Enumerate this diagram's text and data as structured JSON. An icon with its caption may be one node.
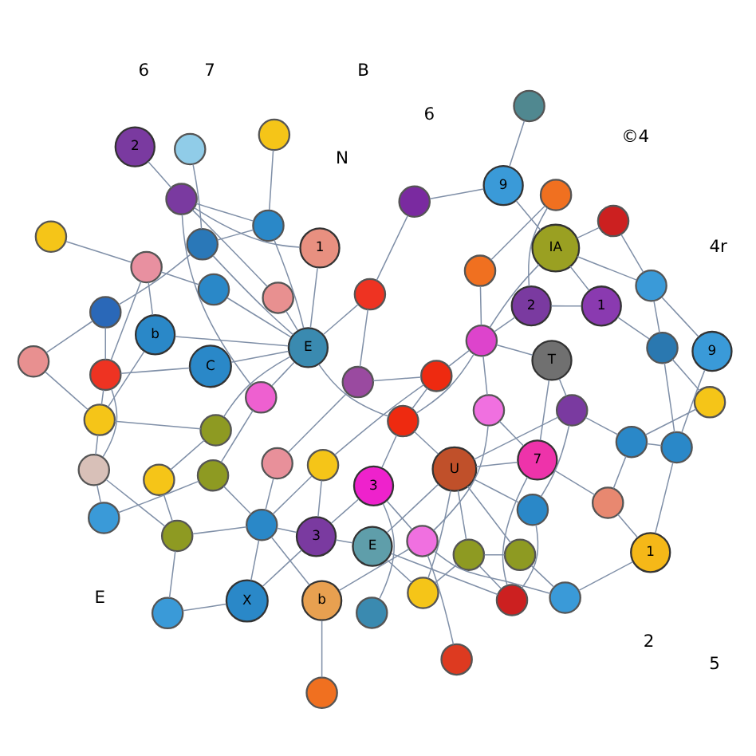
{
  "diagram": {
    "nodes": [
      {
        "text": [],
        "shape": "circle"
      },
      {
        "text": [
          "E"
        ]
      },
      {
        "text": [],
        "shape": "circle"
      },
      {
        "text": [
          "3"
        ]
      },
      {
        "text": [
          "3"
        ]
      },
      {
        "text": [],
        "shape": "circle"
      },
      {
        "text": [],
        "shape": "circle"
      },
      {
        "text": [],
        "shape": "circle"
      },
      {
        "text": [
          "U"
        ]
      },
      {
        "text": [],
        "shape": "circle"
      },
      {
        "text": [],
        "shape": "circle"
      },
      {
        "text": [
          "1"
        ]
      },
      {
        "text": [],
        "shape": "circle"
      },
      {
        "text": [],
        "shape": "circle"
      },
      {
        "text": [],
        "shape": "circle"
      },
      {
        "text": [],
        "shape": "circle"
      },
      {
        "text": [
          "b"
        ]
      },
      {
        "text": [],
        "shape": "circle"
      },
      {
        "text": [
          "X"
        ]
      },
      {
        "text": [],
        "shape": "circle"
      },
      {
        "text": [],
        "shape": "circle"
      },
      {
        "text": [],
        "shape": "circle"
      },
      {
        "text": [],
        "shape": "circle"
      },
      {
        "text": [],
        "shape": "circle"
      },
      {
        "text": [],
        "shape": "circle"
      },
      {
        "text": [],
        "shape": "circle"
      },
      {
        "text": [],
        "shape": "circle"
      },
      {
        "text": [
          "7"
        ]
      },
      {
        "text": [
          "T"
        ]
      },
      {
        "text": [],
        "shape": "circle"
      },
      {
        "text": [],
        "shape": "circle"
      },
      {
        "text": [],
        "shape": "circle"
      },
      {
        "text": [],
        "shape": "circle"
      },
      {
        "text": [],
        "shape": "circle"
      },
      {
        "text": [],
        "shape": "circle"
      },
      {
        "text": [
          "C"
        ]
      },
      {
        "text": [],
        "shape": "circle"
      },
      {
        "text": [],
        "shape": "circle"
      },
      {
        "text": [],
        "shape": "circle"
      },
      {
        "text": [],
        "shape": "circle"
      },
      {
        "text": [],
        "shape": "circle"
      },
      {
        "text": [],
        "shape": "circle"
      },
      {
        "text": [],
        "shape": "circle"
      },
      {
        "text": [],
        "shape": "circle"
      },
      {
        "text": [],
        "shape": "circle"
      },
      {
        "text": [],
        "shape": "circle"
      },
      {
        "text": [],
        "shape": "circle"
      },
      {
        "text": [
          "2"
        ]
      },
      {
        "text": [
          "1"
        ]
      },
      {
        "text": [
          "9"
        ]
      },
      {
        "text": [],
        "shape": "circle"
      },
      {
        "text": [
          "IA"
        ]
      },
      {
        "text": [
          "9"
        ]
      },
      {
        "text": [],
        "shape": "circle"
      },
      {
        "text": [],
        "shape": "circle"
      },
      {
        "text": [],
        "shape": "circle"
      },
      {
        "text": [
          "b"
        ]
      },
      {
        "text": [
          "E"
        ]
      },
      {
        "text": [
          "1"
        ]
      },
      {
        "text": [],
        "shape": "circle"
      },
      {
        "text": [],
        "shape": "circle"
      },
      {
        "text": [],
        "shape": "circle"
      },
      {
        "text": [],
        "shape": "circle"
      },
      {
        "text": [],
        "shape": "circle"
      },
      {
        "text": [],
        "shape": "circle"
      },
      {
        "text": [
          "2"
        ]
      },
      {
        "text": [],
        "shape": "circle"
      },
      {
        "text": [],
        "shape": "circle"
      },
      {
        "text": [],
        "shape": "circle"
      },
      {
        "text": [],
        "shape": "circle"
      },
      {
        "text": [],
        "shape": "circle"
      }
    ],
    "edges": [
      {
        "from": 0,
        "to": 6,
        "arrow": "none"
      },
      {
        "from": 0,
        "to": 8,
        "arrow": "none"
      },
      {
        "from": 0,
        "to": 1,
        "arrow": "none"
      },
      {
        "from": 1,
        "to": 8,
        "arrow": "none"
      },
      {
        "from": 1,
        "to": 4,
        "arrow": "none"
      },
      {
        "from": 1,
        "to": 12,
        "arrow": "none"
      },
      {
        "from": 2,
        "to": 3,
        "arrow": "none"
      },
      {
        "from": 3,
        "to": 15,
        "arrow": "none"
      },
      {
        "from": 3,
        "to": 30,
        "arrow": "none"
      },
      {
        "from": 3,
        "to": 4,
        "arrow": "none"
      },
      {
        "from": 4,
        "to": 17,
        "arrow": "none"
      },
      {
        "from": 4,
        "to": 18,
        "arrow": "none"
      },
      {
        "from": 4,
        "to": 19,
        "arrow": "none"
      },
      {
        "from": 5,
        "to": 18,
        "arrow": "none"
      },
      {
        "from": 5,
        "to": 20,
        "arrow": "none"
      },
      {
        "from": 6,
        "to": 7,
        "arrow": "none"
      },
      {
        "from": 6,
        "to": 8,
        "arrow": "none"
      },
      {
        "from": 6,
        "to": 12,
        "arrow": "none"
      },
      {
        "from": 7,
        "to": 10,
        "arrow": "none"
      },
      {
        "from": 7,
        "to": 8,
        "arrow": "none"
      },
      {
        "from": 8,
        "to": 9,
        "arrow": "none"
      },
      {
        "from": 8,
        "to": 29,
        "arrow": "none"
      },
      {
        "from": 8,
        "to": 27,
        "arrow": "none"
      },
      {
        "from": 8,
        "to": 30,
        "arrow": "none"
      },
      {
        "from": 9,
        "to": 12,
        "arrow": "none"
      },
      {
        "from": 9,
        "to": 29,
        "arrow": "none"
      },
      {
        "from": 10,
        "to": 11,
        "arrow": "none"
      },
      {
        "from": 10,
        "to": 15,
        "arrow": "none"
      },
      {
        "from": 11,
        "to": 39,
        "arrow": "none"
      },
      {
        "from": 11,
        "to": 26,
        "arrow": "none"
      },
      {
        "from": 12,
        "to": 27,
        "arrow": "none"
      },
      {
        "from": 13,
        "to": 16,
        "arrow": "none"
      },
      {
        "from": 14,
        "to": 15,
        "arrow": "none"
      },
      {
        "from": 15,
        "to": 16,
        "arrow": "none"
      },
      {
        "from": 15,
        "to": 25,
        "arrow": "none"
      },
      {
        "from": 16,
        "to": 19,
        "arrow": "none"
      },
      {
        "from": 17,
        "to": 19,
        "arrow": "none"
      },
      {
        "from": 17,
        "to": 44,
        "arrow": "none"
      },
      {
        "from": 18,
        "to": 19,
        "arrow": "none"
      },
      {
        "from": 19,
        "to": 20,
        "arrow": "none"
      },
      {
        "from": 19,
        "to": 31,
        "arrow": "none"
      },
      {
        "from": 19,
        "to": 22,
        "arrow": "none"
      },
      {
        "from": 20,
        "to": 21,
        "arrow": "none"
      },
      {
        "from": 20,
        "to": 23,
        "arrow": "none"
      },
      {
        "from": 21,
        "to": 33,
        "arrow": "none"
      },
      {
        "from": 22,
        "to": 45,
        "arrow": "none"
      },
      {
        "from": 23,
        "to": 24,
        "arrow": "none"
      },
      {
        "from": 23,
        "to": 34,
        "arrow": "none"
      },
      {
        "from": 23,
        "to": 32,
        "arrow": "none"
      },
      {
        "from": 24,
        "to": 34,
        "arrow": "none"
      },
      {
        "from": 24,
        "to": 35,
        "arrow": "none"
      },
      {
        "from": 24,
        "to": 61,
        "arrow": "none"
      },
      {
        "from": 24,
        "to": 62,
        "arrow": "none"
      },
      {
        "from": 25,
        "to": 27,
        "arrow": "none"
      },
      {
        "from": 25,
        "to": 43,
        "arrow": "none"
      },
      {
        "from": 26,
        "to": 27,
        "arrow": "none"
      },
      {
        "from": 26,
        "to": 38,
        "arrow": "none"
      },
      {
        "from": 27,
        "to": 28,
        "arrow": "none"
      },
      {
        "from": 28,
        "to": 29,
        "arrow": "none"
      },
      {
        "from": 28,
        "to": 43,
        "arrow": "none"
      },
      {
        "from": 29,
        "to": 38,
        "arrow": "none"
      },
      {
        "from": 30,
        "to": 43,
        "arrow": "none"
      },
      {
        "from": 30,
        "to": 44,
        "arrow": "none"
      },
      {
        "from": 30,
        "to": 57,
        "arrow": "none"
      },
      {
        "from": 31,
        "to": 32,
        "arrow": "none"
      },
      {
        "from": 31,
        "to": 55,
        "arrow": "none"
      },
      {
        "from": 33,
        "to": 34,
        "arrow": "none"
      },
      {
        "from": 33,
        "to": 57,
        "arrow": "none"
      },
      {
        "from": 34,
        "to": 36,
        "arrow": "none"
      },
      {
        "from": 34,
        "to": 56,
        "arrow": "none"
      },
      {
        "from": 35,
        "to": 57,
        "arrow": "none"
      },
      {
        "from": 36,
        "to": 62,
        "arrow": "none"
      },
      {
        "from": 37,
        "to": 38,
        "arrow": "none"
      },
      {
        "from": 37,
        "to": 40,
        "arrow": "none"
      },
      {
        "from": 38,
        "to": 39,
        "arrow": "none"
      },
      {
        "from": 39,
        "to": 40,
        "arrow": "none"
      },
      {
        "from": 39,
        "to": 49,
        "arrow": "none"
      },
      {
        "from": 40,
        "to": 50,
        "arrow": "none"
      },
      {
        "from": 40,
        "to": 48,
        "arrow": "none"
      },
      {
        "from": 41,
        "to": 42,
        "arrow": "none"
      },
      {
        "from": 41,
        "to": 43,
        "arrow": "none"
      },
      {
        "from": 42,
        "to": 47,
        "arrow": "none"
      },
      {
        "from": 43,
        "to": 44,
        "arrow": "none"
      },
      {
        "from": 43,
        "to": 47,
        "arrow": "none"
      },
      {
        "from": 43,
        "to": 51,
        "arrow": "none"
      },
      {
        "from": 44,
        "to": 45,
        "arrow": "none"
      },
      {
        "from": 45,
        "to": 46,
        "arrow": "none"
      },
      {
        "from": 46,
        "to": 53,
        "arrow": "none"
      },
      {
        "from": 46,
        "to": 57,
        "arrow": "none"
      },
      {
        "from": 47,
        "to": 48,
        "arrow": "none"
      },
      {
        "from": 48,
        "to": 51,
        "arrow": "none"
      },
      {
        "from": 49,
        "to": 50,
        "arrow": "none"
      },
      {
        "from": 50,
        "to": 51,
        "arrow": "none"
      },
      {
        "from": 50,
        "to": 54,
        "arrow": "none"
      },
      {
        "from": 51,
        "to": 54,
        "arrow": "none"
      },
      {
        "from": 51,
        "to": 52,
        "arrow": "none"
      },
      {
        "from": 52,
        "to": 53,
        "arrow": "none"
      },
      {
        "from": 52,
        "to": 70,
        "arrow": "none"
      },
      {
        "from": 55,
        "to": 57,
        "arrow": "none"
      },
      {
        "from": 55,
        "to": 66,
        "arrow": "none"
      },
      {
        "from": 56,
        "to": 57,
        "arrow": "none"
      },
      {
        "from": 56,
        "to": 61,
        "arrow": "none"
      },
      {
        "from": 57,
        "to": 58,
        "arrow": "none"
      },
      {
        "from": 57,
        "to": 60,
        "arrow": "none"
      },
      {
        "from": 57,
        "to": 63,
        "arrow": "none"
      },
      {
        "from": 57,
        "to": 64,
        "arrow": "none"
      },
      {
        "from": 57,
        "to": 68,
        "arrow": "none"
      },
      {
        "from": 58,
        "to": 66,
        "arrow": "none"
      },
      {
        "from": 59,
        "to": 68,
        "arrow": "none"
      },
      {
        "from": 60,
        "to": 66,
        "arrow": "none"
      },
      {
        "from": 61,
        "to": 63,
        "arrow": "none"
      },
      {
        "from": 62,
        "to": 64,
        "arrow": "none"
      },
      {
        "from": 64,
        "to": 69,
        "arrow": "none"
      },
      {
        "from": 64,
        "to": 68,
        "arrow": "none"
      },
      {
        "from": 65,
        "to": 66,
        "arrow": "none"
      },
      {
        "from": 66,
        "to": 68,
        "arrow": "none"
      },
      {
        "from": 67,
        "to": 61,
        "arrow": "none"
      }
    ],
    "labels": [
      "N",
      "6",
      "2",
      "B",
      "7",
      "6",
      "E",
      "5",
      "4r",
      "©4"
    ]
  }
}
